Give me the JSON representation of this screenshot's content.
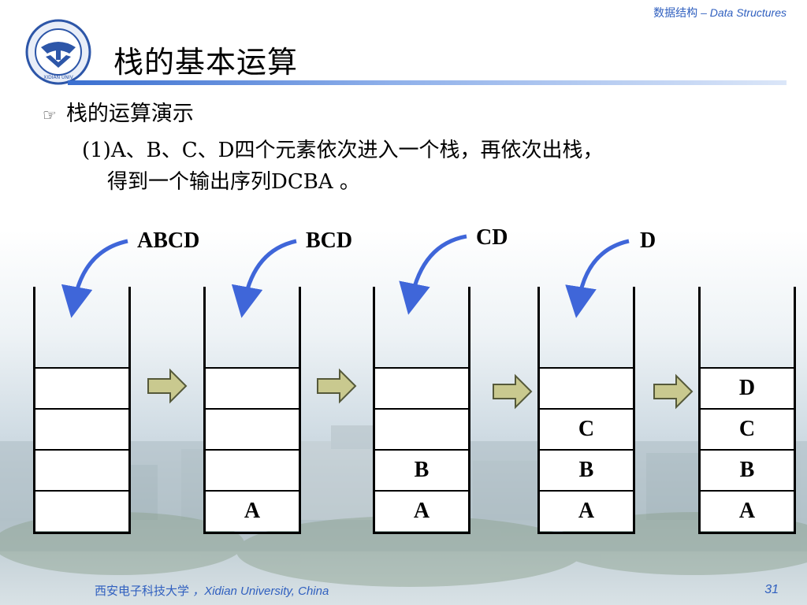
{
  "header": {
    "course_cn": "数据结构",
    "course_en": "– Data Structures"
  },
  "logo": {
    "name": "xidian-university-seal",
    "text": "西安电子科技大学 XIDIAN UNIVERSITY 1931"
  },
  "title": "栈的基本运算",
  "bullet": {
    "icon": "pointing-hand-icon",
    "text": "栈的运算演示"
  },
  "description": {
    "line1": "(1)A、B、C、D四个元素依次进入一个栈，再依次出栈，",
    "line2": "得到一个输出序列DCBA 。"
  },
  "diagram": {
    "input_labels": [
      "ABCD",
      "BCD",
      "CD",
      "D"
    ],
    "stacks": [
      {
        "cells": [
          "",
          "",
          "",
          ""
        ]
      },
      {
        "cells": [
          "",
          "",
          "",
          "A"
        ]
      },
      {
        "cells": [
          "",
          "",
          "B",
          "A"
        ]
      },
      {
        "cells": [
          "",
          "C",
          "B",
          "A"
        ]
      },
      {
        "cells": [
          "D",
          "C",
          "B",
          "A"
        ]
      }
    ],
    "colors": {
      "push_arrow": "#3f66d9",
      "step_arrow_fill": "#c9c98f",
      "step_arrow_stroke": "#55593a"
    }
  },
  "footer": {
    "university_cn": "西安电子科技大学",
    "university_en": "，Xidian University, China",
    "page_number": "31"
  }
}
